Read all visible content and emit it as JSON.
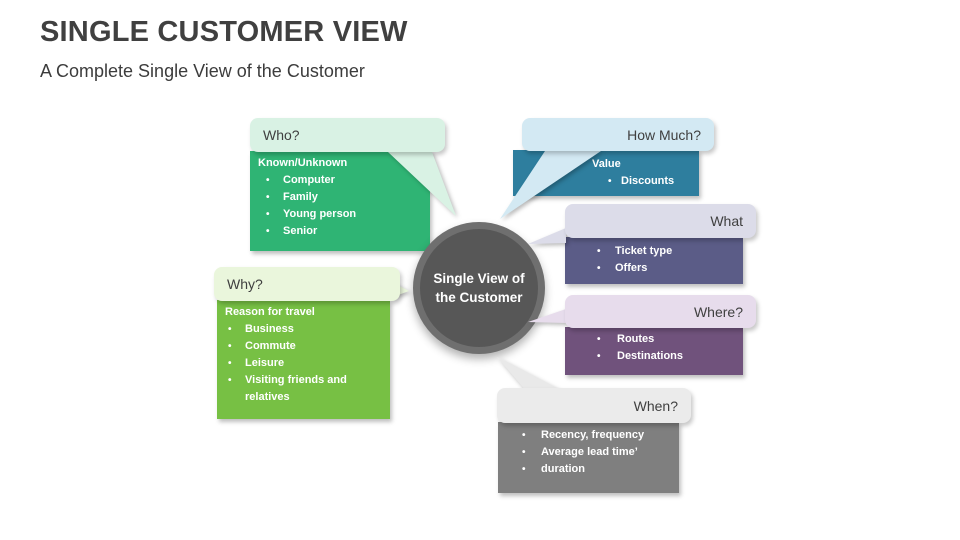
{
  "slide": {
    "title": "SINGLE CUSTOMER VIEW",
    "subtitle": "A Complete Single View of the Customer"
  },
  "center": {
    "line1": "Single View of",
    "line2": "the Customer"
  },
  "callouts": [
    {
      "id": "who",
      "label": "Who?",
      "lead": "Known/Unknown",
      "bullets": [
        "Computer",
        "Family",
        "Young person",
        "Senior"
      ],
      "header_color": "#d9f2e4",
      "body_color": "#2fb474"
    },
    {
      "id": "how-much",
      "label": "How Much?",
      "lead": "Value",
      "bullets": [
        "Discounts"
      ],
      "header_color": "#d3e9f3",
      "body_color": "#2e7e9e"
    },
    {
      "id": "what",
      "label": "What",
      "bullets": [
        "Ticket type",
        "Offers"
      ],
      "header_color": "#dcdce9",
      "body_color": "#5b5c87"
    },
    {
      "id": "where",
      "label": "Where?",
      "bullets": [
        "Routes",
        "Destinations"
      ],
      "header_color": "#e7dcec",
      "body_color": "#70527c"
    },
    {
      "id": "when",
      "label": "When?",
      "bullets": [
        "Recency, frequency",
        "Average lead time’",
        "duration"
      ],
      "header_color": "#ebebeb",
      "body_color": "#7f7f7f"
    },
    {
      "id": "why",
      "label": "Why?",
      "lead": "Reason for travel",
      "bullets": [
        "Business",
        "Commute",
        "Leisure",
        "Visiting friends and relatives"
      ],
      "header_color": "#eaf6dc",
      "body_color": "#77c044"
    }
  ],
  "palette": {
    "title_text": "#404040",
    "header_text": "#3f3f3f",
    "body_text": "#ffffff",
    "circle_fill": "#575757",
    "circle_ring": "#6f6f6f",
    "background": "#ffffff"
  }
}
